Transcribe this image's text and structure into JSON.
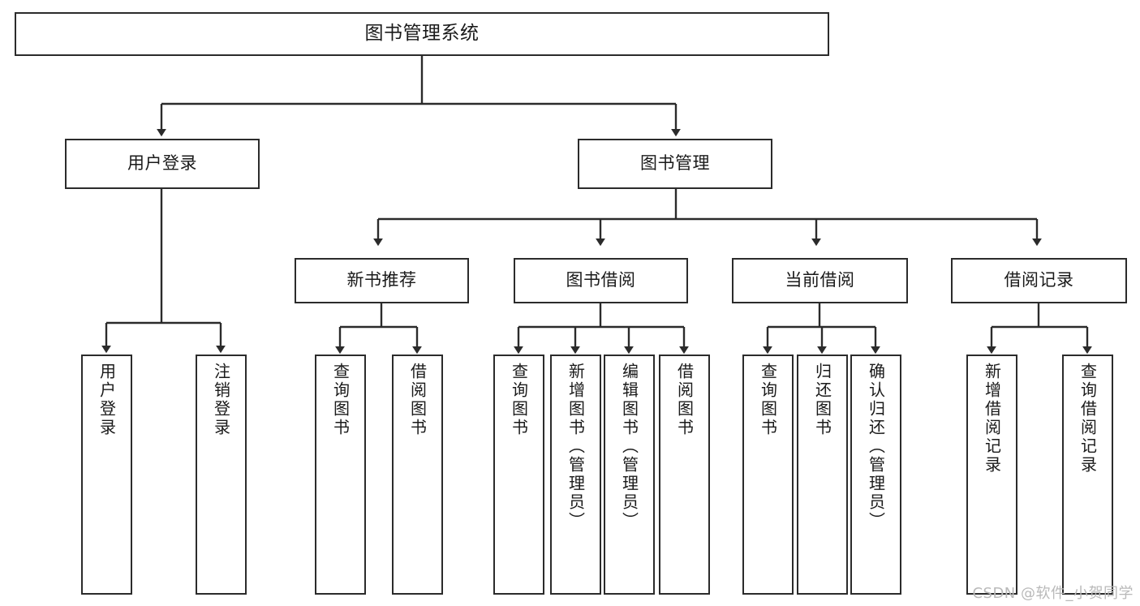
{
  "diagram": {
    "title": "图书管理系统",
    "type": "hierarchy-tree",
    "root": {
      "label": "图书管理系统"
    },
    "level2": [
      {
        "label": "用户登录"
      },
      {
        "label": "图书管理"
      }
    ],
    "level3": [
      {
        "label": "新书推荐"
      },
      {
        "label": "图书借阅"
      },
      {
        "label": "当前借阅"
      },
      {
        "label": "借阅记录"
      }
    ],
    "leaves": {
      "user_login": [
        {
          "label": "用户登录"
        },
        {
          "label": "注销登录"
        }
      ],
      "new_book_recommend": [
        {
          "label": "查询图书"
        },
        {
          "label": "借阅图书"
        }
      ],
      "book_borrow": [
        {
          "label": "查询图书"
        },
        {
          "label": "新增图书（管理员）"
        },
        {
          "label": "编辑图书（管理员）"
        },
        {
          "label": "借阅图书"
        }
      ],
      "current_borrow": [
        {
          "label": "查询图书"
        },
        {
          "label": "归还图书"
        },
        {
          "label": "确认归还（管理员）"
        }
      ],
      "borrow_record": [
        {
          "label": "新增借阅记录"
        },
        {
          "label": "查询借阅记录"
        }
      ]
    }
  },
  "watermark": {
    "text": "CSDN @软件_小贺同学"
  },
  "colors": {
    "border": "#2b2b2b",
    "edge": "#2b2b2b",
    "background": "#ffffff",
    "text": "#1a1a1a",
    "watermark": "#b9b9b9"
  }
}
